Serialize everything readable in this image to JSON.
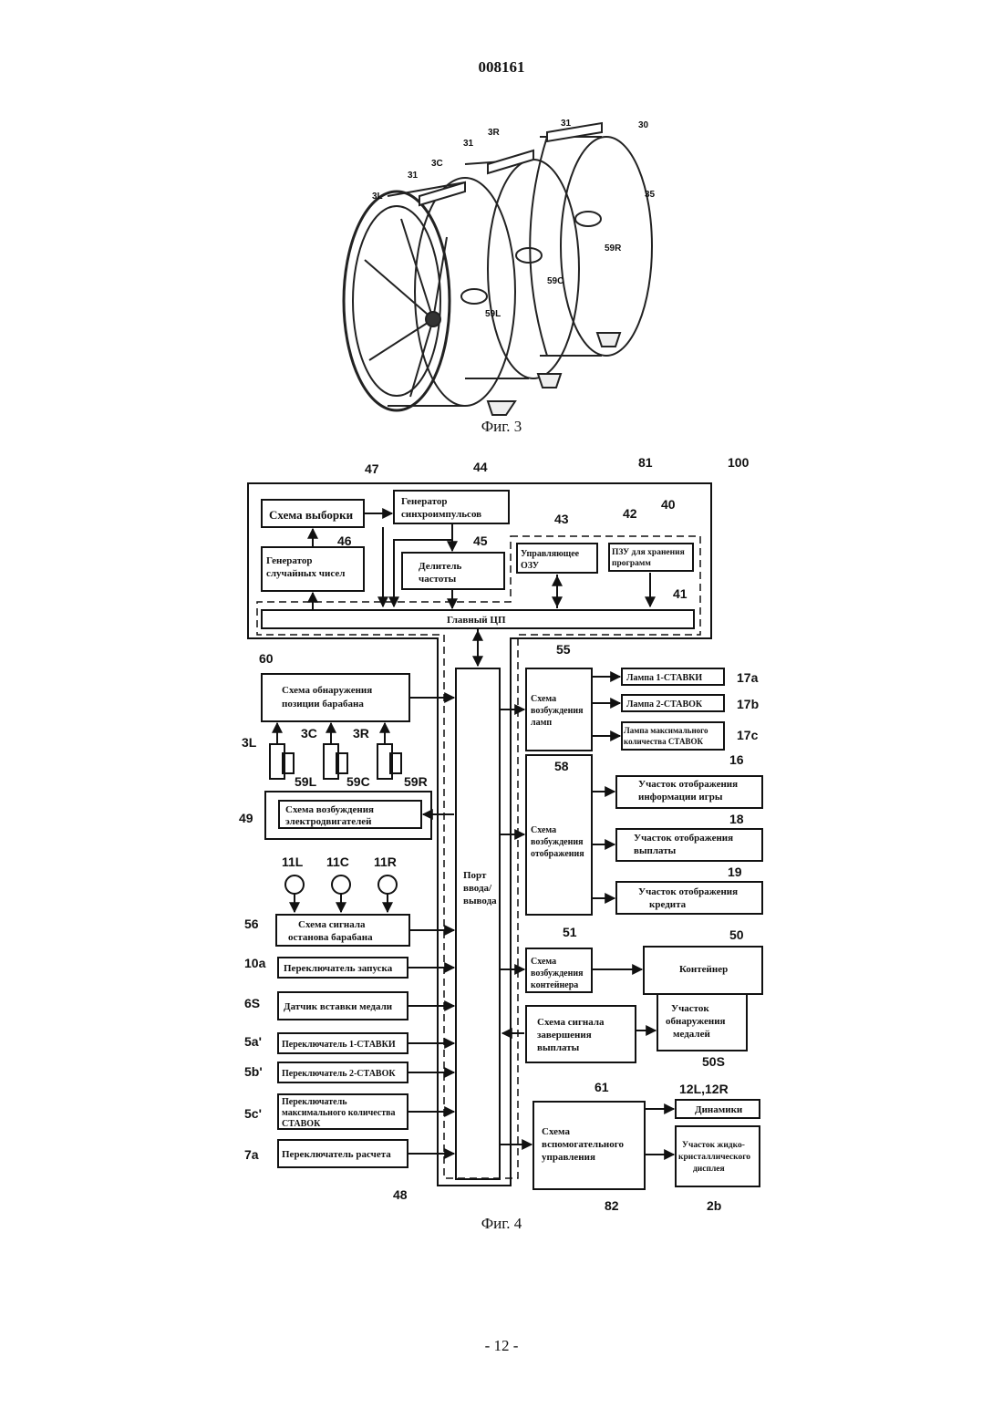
{
  "header": {
    "doc_number": "008161"
  },
  "figure3": {
    "caption": "Фиг. 3",
    "labels": {
      "n30": "30",
      "n31a": "31",
      "n31b": "31",
      "n31c": "31",
      "n3R": "3R",
      "n3C": "3C",
      "n3L": "3L",
      "n35": "35",
      "n59R": "59R",
      "n59C": "59C",
      "n59L": "59L"
    }
  },
  "figure4": {
    "caption": "Фиг. 4",
    "refs": {
      "r100": "100",
      "r81": "81",
      "r47": "47",
      "r44": "44",
      "r46": "46",
      "r45": "45",
      "r43": "43",
      "r42": "42",
      "r40": "40",
      "r41": "41",
      "r55": "55",
      "r60": "60",
      "r17a": "17a",
      "r17b": "17b",
      "r17c": "17c",
      "r16": "16",
      "r58": "58",
      "r18": "18",
      "r19": "19",
      "r3L": "3L",
      "r3C": "3C",
      "r3R": "3R",
      "r59L": "59L",
      "r59C": "59C",
      "r59R": "59R",
      "r49": "49",
      "r11L": "11L",
      "r11C": "11C",
      "r11R": "11R",
      "r56": "56",
      "r51": "51",
      "r50": "50",
      "r10a": "10a",
      "r6S": "6S",
      "r5a": "5a'",
      "r5b": "5b'",
      "r5c": "5c'",
      "r7a": "7a",
      "r61": "61",
      "r50S": "50S",
      "r12": "12L,12R",
      "r48": "48",
      "r82": "82",
      "r2b": "2b"
    },
    "blocks": {
      "sampling": "Схема выборки",
      "sync_gen_1": "Генератор",
      "sync_gen_2": "синхроимпульсов",
      "random_gen_1": "Генератор",
      "random_gen_2": "случайных чисел",
      "divider_1": "Делитель",
      "divider_2": "частоты",
      "ram_1": "Управляющее",
      "ram_2": "ОЗУ",
      "rom_1": "ПЗУ для хранения",
      "rom_2": "программ",
      "cpu": "Главный ЦП",
      "reel_pos_1": "Схема обнаружения",
      "reel_pos_2": "позиции барабана",
      "lamp_drv_1": "Схема",
      "lamp_drv_2": "возбуждения",
      "lamp_drv_3": "ламп",
      "lamp1": "Лампа 1-СТАВКИ",
      "lamp2": "Лампа 2-СТАВОК",
      "lampmax_1": "Лампа максимального",
      "lampmax_2": "количества СТАВОК",
      "motor_drv_1": "Схема возбуждения",
      "motor_drv_2": "электродвигателей",
      "disp_drv_1": "Схема",
      "disp_drv_2": "возбуждения",
      "disp_drv_3": "отображения",
      "game_info_1": "Участок отображения",
      "game_info_2": "информации игры",
      "payout_disp_1": "Участок отображения",
      "payout_disp_2": "выплаты",
      "credit_disp_1": "Участок отображения",
      "credit_disp_2": "кредита",
      "io_port_1": "Порт",
      "io_port_2": "ввода/",
      "io_port_3": "вывода",
      "reel_stop_1": "Схема сигнала",
      "reel_stop_2": "останова барабана",
      "start_sw": "Переключатель запуска",
      "medal_sensor": "Датчик вставки медали",
      "bet1_sw": "Переключатель 1-СТАВКИ",
      "bet2_sw": "Переключатель 2-СТАВОК",
      "betmax_sw_1": "Переключатель",
      "betmax_sw_2": "максимального количества",
      "betmax_sw_3": "СТАВОК",
      "calc_sw": "Переключатель расчета",
      "hopper_drv_1": "Схема",
      "hopper_drv_2": "возбуждения",
      "hopper_drv_3": "контейнера",
      "hopper": "Контейнер",
      "medal_detect_1": "Участок",
      "medal_detect_2": "обнаружения",
      "medal_detect_3": "медалей",
      "payout_end_1": "Схема сигнала",
      "payout_end_2": "завершения",
      "payout_end_3": "выплаты",
      "sub_ctrl_1": "Схема",
      "sub_ctrl_2": "вспомогательного",
      "sub_ctrl_3": "управления",
      "speakers": "Динамики",
      "lcd_1": "Участок жидко-",
      "lcd_2": "кристаллического",
      "lcd_3": "дисплея"
    }
  },
  "footer": {
    "page": "- 12 -"
  }
}
